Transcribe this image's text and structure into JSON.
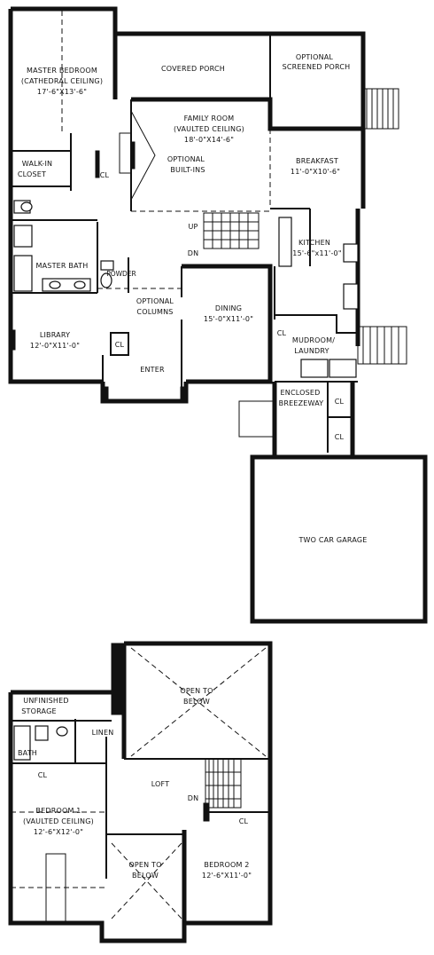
{
  "first_floor": {
    "master_bedroom": {
      "name": "MASTER BEDROOM",
      "note": "(CATHEDRAL CEILING)",
      "size": "17'-6\"X13'-6\""
    },
    "covered_porch": {
      "name": "COVERED PORCH"
    },
    "screened_porch": {
      "line1": "OPTIONAL",
      "line2": "SCREENED PORCH"
    },
    "family_room": {
      "name": "FAMILY ROOM",
      "note": "(VAULTED CEILING)",
      "size": "18'-0\"X14'-6\""
    },
    "built_ins": {
      "line1": "OPTIONAL",
      "line2": "BUILT-INS"
    },
    "breakfast": {
      "name": "BREAKFAST",
      "size": "11'-0\"X10'-6\""
    },
    "walk_in_closet": {
      "line1": "WALK-IN",
      "line2": "CLOSET"
    },
    "closet_label": "CL",
    "stair_up": "UP",
    "stair_down": "DN",
    "kitchen": {
      "name": "KITCHEN",
      "size": "15'-6\"x11'-0\""
    },
    "master_bath": {
      "name": "MASTER BATH"
    },
    "powder": {
      "name": "POWDER"
    },
    "optional_columns": {
      "line1": "OPTIONAL",
      "line2": "COLUMNS"
    },
    "dining": {
      "name": "DINING",
      "size": "15'-0\"X11'-0\""
    },
    "library": {
      "name": "LIBRARY",
      "size": "12'-0\"X11'-0\""
    },
    "mudroom": {
      "line1": "MUDROOM/",
      "line2": "LAUNDRY"
    },
    "enter": {
      "name": "ENTER"
    },
    "breezeway": {
      "line1": "ENCLOSED",
      "line2": "BREEZEWAY"
    },
    "garage": {
      "name": "TWO CAR GARAGE"
    }
  },
  "second_floor": {
    "storage": {
      "line1": "UNFINISHED",
      "line2": "STORAGE"
    },
    "open_to_below": {
      "line1": "OPEN TO",
      "line2": "BELOW"
    },
    "linen": {
      "name": "LINEN"
    },
    "bath": {
      "name": "BATH"
    },
    "closet_label": "CL",
    "loft": {
      "name": "LOFT"
    },
    "stair_down": "DN",
    "bedroom1": {
      "name": "BEDROOM 1",
      "note": "(VAULTED CEILING)",
      "size": "12'-6\"X12'-0\""
    },
    "open_to_below_2": {
      "line1": "OPEN TO",
      "line2": "BELOW"
    },
    "bedroom2": {
      "name": "BEDROOM 2",
      "size": "12'-6\"X11'-0\""
    }
  }
}
